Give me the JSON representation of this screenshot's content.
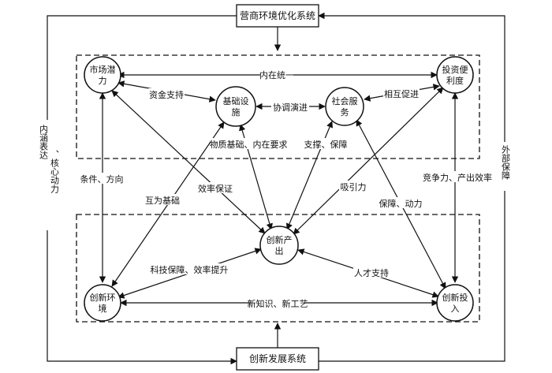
{
  "systems": {
    "top": "营商环境优化系统",
    "bottom": "创新发展系统"
  },
  "side_labels": {
    "left_lines": [
      "内涵表达",
      "、核心动力"
    ],
    "right": "外部保障"
  },
  "nodes": {
    "market_lines": [
      "市场潜",
      "力"
    ],
    "infra_lines": [
      "基础设",
      "施"
    ],
    "social_lines": [
      "社会服",
      "务"
    ],
    "invest_lines": [
      "投资便",
      "利度"
    ],
    "output_lines": [
      "创新产",
      "出"
    ],
    "env_lines": [
      "创新环",
      "境"
    ],
    "input_lines": [
      "创新投",
      "入"
    ]
  },
  "edge_labels": {
    "neizaitong": "内在统一",
    "zijin": "资金支持",
    "xietiao": "协调演进",
    "xianghu": "相互促进",
    "wuzhi": "物质基础、内在要求",
    "zhicheng": "支撑、保障",
    "tiaojian": "条件、方向",
    "xiaolv": "效率保证",
    "xiyin": "吸引力",
    "jingzheng": "竞争力、产出效率",
    "huwei": "互为基础",
    "baozhang": "保障、动力",
    "keji": "科技保障、效率提升",
    "rencai": "人才支持",
    "xinzhishi": "新知识、新工艺"
  }
}
